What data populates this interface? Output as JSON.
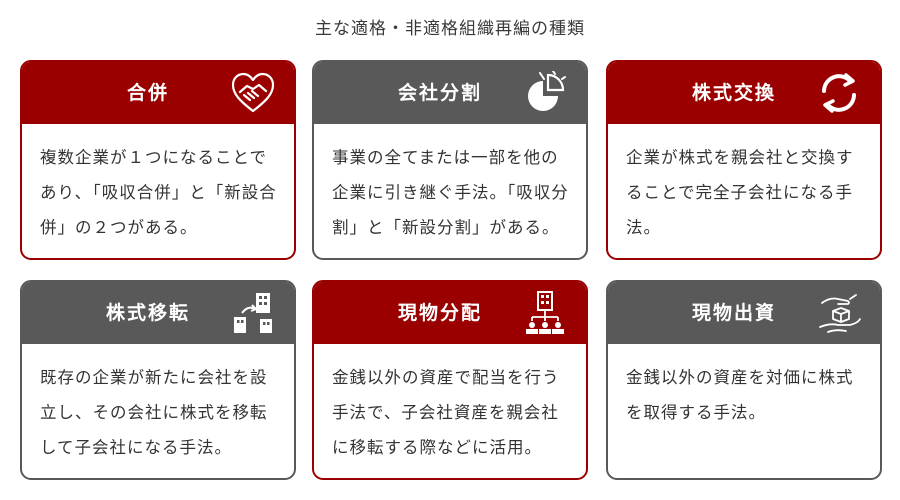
{
  "title": "主な適格・非適格組織再編の種類",
  "cards": [
    {
      "name": "合併",
      "description": "複数企業が１つになることであり､「吸収合併」と「新設合併」の２つがある。",
      "theme": "#9a0000",
      "icon": "handshake-heart-icon"
    },
    {
      "name": "会社分割",
      "description": "事業の全てまたは一部を他の企業に引き継ぐ手法。「吸収分割」と「新設分割」がある。",
      "theme": "#595959",
      "icon": "pie-split-icon"
    },
    {
      "name": "株式交換",
      "description": "企業が株式を親会社と交換することで完全子会社になる手法。",
      "theme": "#9a0000",
      "icon": "exchange-arrows-icon"
    },
    {
      "name": "株式移転",
      "description": "既存の企業が新たに会社を設立し、その会社に株式を移転して子会社になる手法。",
      "theme": "#595959",
      "icon": "buildings-transfer-icon"
    },
    {
      "name": "現物分配",
      "description": "金銭以外の資産で配当を行う手法で、子会社資産を親会社に移転する際などに活用。",
      "theme": "#9a0000",
      "icon": "building-distribution-icon"
    },
    {
      "name": "現物出資",
      "description": "金銭以外の資産を対価に株式を取得する手法。",
      "theme": "#595959",
      "icon": "hand-box-icon"
    }
  ]
}
